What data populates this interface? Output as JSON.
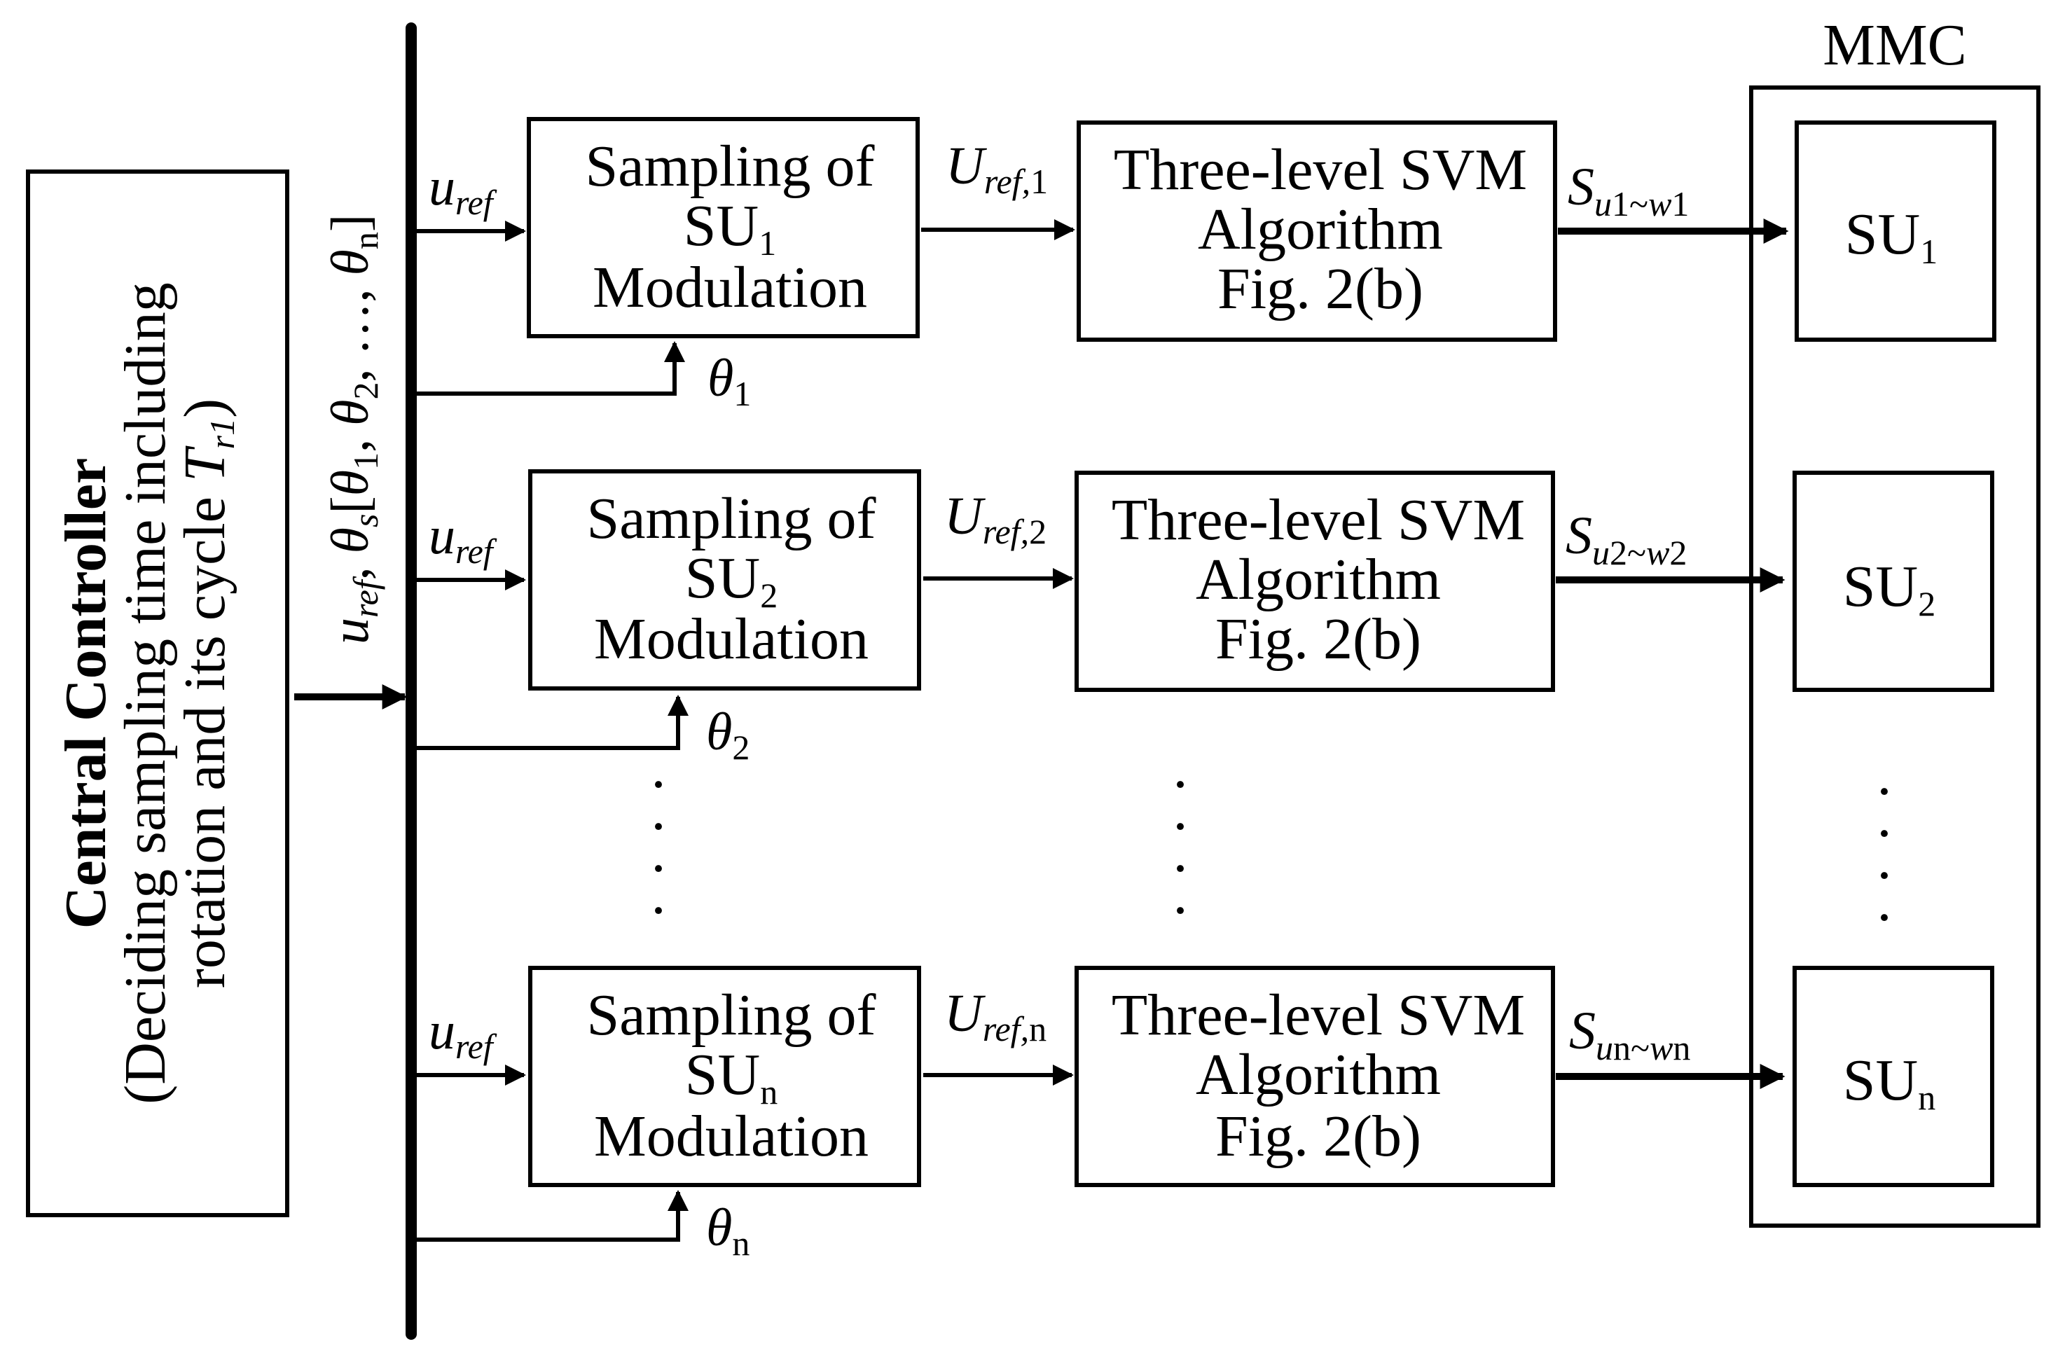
{
  "central": {
    "title": "Central Controller",
    "line1": "(Deciding sampling time including",
    "line2": "rotation and its cycle ",
    "t_sym": "T",
    "t_sub": "r1",
    "t_close": ")"
  },
  "bus_label": {
    "u_sym": "u",
    "u_sub": "ref",
    "comma": ",",
    "theta": "θ",
    "s_sub": "s",
    "open": "[",
    "sub_1": "1",
    "sep1": ", ",
    "sub_2": "2",
    "sep2": ", …, ",
    "sub_n": "n",
    "close": "]"
  },
  "mmc_label": "MMC",
  "labels": {
    "sampling_line1": "Sampling of",
    "modulation": "Modulation",
    "su_prefix": "SU",
    "svm_line1": "Three-level SVM",
    "svm_line2": "Algorithm",
    "svm_line3": "Fig. 2(b)",
    "u_sym": "u",
    "u_sub": "ref",
    "U_sym": "U",
    "U_sub_prefix": "ref,",
    "S_sym": "S",
    "theta": "θ"
  },
  "rows": [
    {
      "su_sub": "1",
      "theta_sub": "1",
      "U_idx": "1",
      "s_a": "u",
      "s_b": "1~",
      "s_c": "w",
      "s_d": "1"
    },
    {
      "su_sub": "2",
      "theta_sub": "2",
      "U_idx": "2",
      "s_a": "u",
      "s_b": "2~",
      "s_c": "w",
      "s_d": "2"
    },
    {
      "su_sub": "n",
      "theta_sub": "n",
      "U_idx": "n",
      "s_a": "u",
      "s_b": "n~",
      "s_c": "w",
      "s_d": "n"
    }
  ],
  "ellipsis": "·"
}
